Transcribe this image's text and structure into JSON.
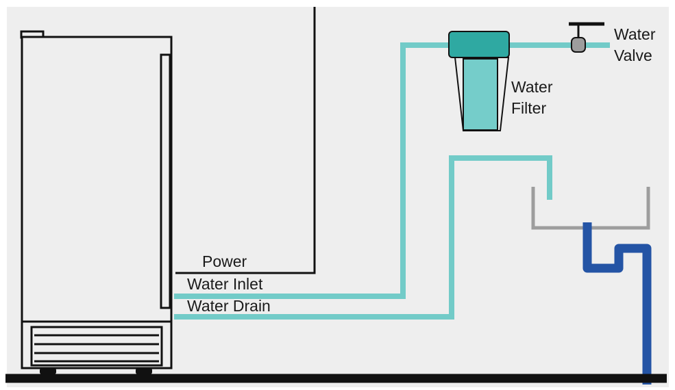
{
  "labels": {
    "water_valve": [
      "Water",
      "Valve"
    ],
    "water_filter": [
      "Water",
      "Filter"
    ],
    "power": "Power",
    "water_inlet": "Water Inlet",
    "water_drain": "Water Drain"
  },
  "colors": {
    "background": "#eeeeee",
    "outline": "#111111",
    "water_line": "#72cbc8",
    "filter_head": "#2fa9a2",
    "filter_body": "#75cdca",
    "sink": "#9d9d9d",
    "drain_pipe": "#2454a5",
    "floor": "#111111"
  },
  "icons": {
    "ice_machine": "ice-machine-icon",
    "water_filter": "water-filter-icon",
    "water_valve": "water-valve-icon",
    "sink": "sink-icon",
    "p_trap": "p-trap-icon"
  }
}
